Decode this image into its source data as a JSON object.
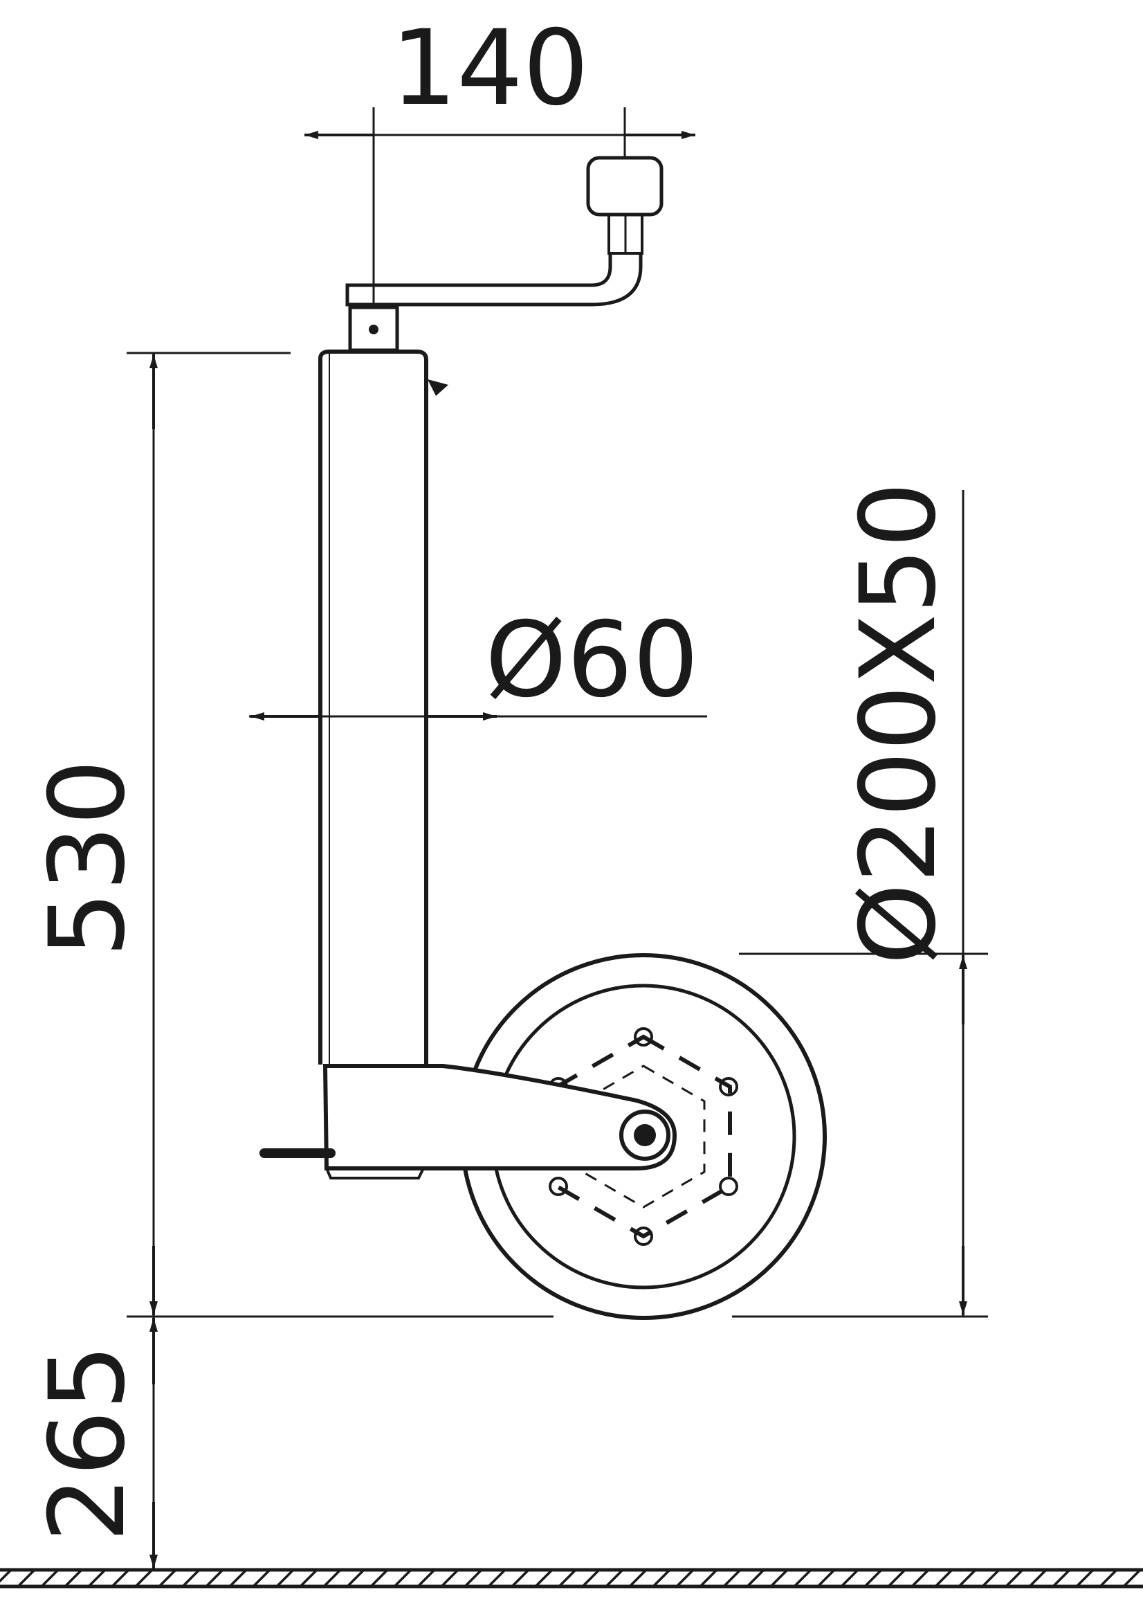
{
  "dimensions": {
    "crank_offset": "140",
    "tube_diameter": "Ø60",
    "wheel_size": "Ø200X50",
    "height": "530",
    "ground_offset": "265"
  },
  "colors": {
    "line": "#1a1a1a",
    "background": "#ffffff"
  }
}
